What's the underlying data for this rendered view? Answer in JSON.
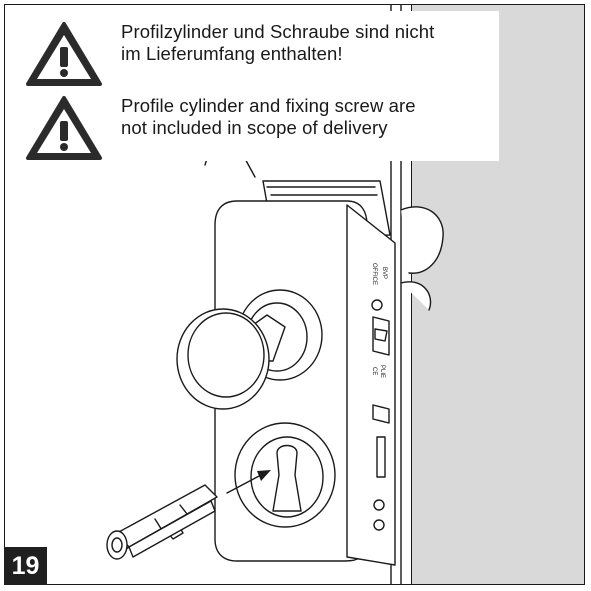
{
  "warnings": [
    {
      "icon": "warning-triangle-icon",
      "lines": [
        "Profilzylinder und Schraube sind nicht",
        "im Lieferumfang enthalten!"
      ]
    },
    {
      "icon": "warning-triangle-icon",
      "lines": [
        "Profile cylinder and fixing screw are",
        "not included in scope of delivery"
      ]
    }
  ],
  "step_number": "19",
  "lock_case_markings": [
    "OFFICE",
    "BVP",
    "CE",
    "PLIE"
  ],
  "colors": {
    "wall": "#d9d9d9",
    "line": "#1a1a1a",
    "badge": "#1f1f1f"
  }
}
